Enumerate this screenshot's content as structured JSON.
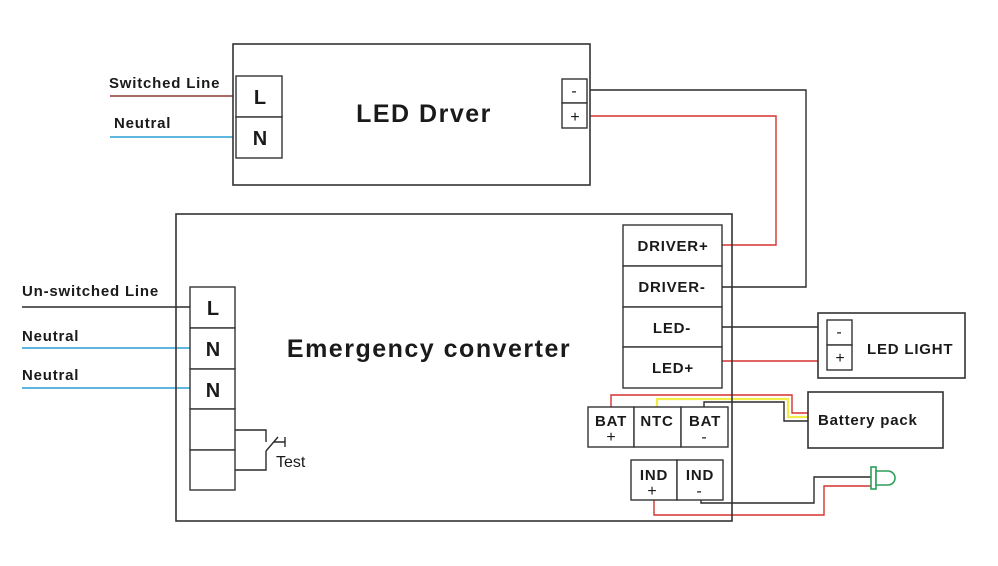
{
  "diagram": {
    "type": "wiring-diagram",
    "led_driver": {
      "title": "LED Drver",
      "input_terminals": [
        "L",
        "N"
      ],
      "output_terminals": [
        "-",
        "+"
      ]
    },
    "supply_inputs_driver": {
      "line_label": "Switched Line",
      "neutral_label": "Neutral"
    },
    "emergency_converter": {
      "title": "Emergency converter",
      "input_terminals": [
        "L",
        "N",
        "N",
        "",
        ""
      ],
      "test_label": "Test",
      "output_terminals": [
        "DRIVER+",
        "DRIVER-",
        "LED-",
        "LED+"
      ],
      "battery_terminals": [
        {
          "line1": "BAT",
          "line2": "+"
        },
        {
          "line1": "NTC",
          "line2": ""
        },
        {
          "line1": "BAT",
          "line2": "-"
        }
      ],
      "indicator_terminals": [
        {
          "line1": "IND",
          "line2": "+"
        },
        {
          "line1": "IND",
          "line2": "-"
        }
      ]
    },
    "supply_inputs_converter": {
      "line_label": "Un-switched Line",
      "neutral_label_1": "Neutral",
      "neutral_label_2": "Neutral"
    },
    "led_light": {
      "title": "LED LIGHT",
      "terminals": [
        "-",
        "+"
      ]
    },
    "battery_pack": {
      "title": "Battery pack"
    },
    "indicator_led": {
      "icon": "led-diode-icon"
    },
    "wire_colors": {
      "line_switched": "#8a3a30",
      "neutral": "#2a9fd6",
      "positive": "#d6322f",
      "negative": "#2a2a2a",
      "ntc": "#f2ec4a",
      "indicator_led": "#2e9e5a"
    },
    "connections": [
      {
        "from": "Switched Line",
        "to": "LED Drver L"
      },
      {
        "from": "Neutral",
        "to": "LED Drver N"
      },
      {
        "from": "LED Drver -",
        "to": "DRIVER-"
      },
      {
        "from": "LED Drver +",
        "to": "DRIVER+"
      },
      {
        "from": "Un-switched Line",
        "to": "Emergency converter L"
      },
      {
        "from": "Neutral",
        "to": "Emergency converter N"
      },
      {
        "from": "Neutral",
        "to": "Emergency converter N"
      },
      {
        "from": "LED-",
        "to": "LED LIGHT -"
      },
      {
        "from": "LED+",
        "to": "LED LIGHT +"
      },
      {
        "from": "BAT +",
        "to": "Battery pack"
      },
      {
        "from": "NTC",
        "to": "Battery pack"
      },
      {
        "from": "BAT -",
        "to": "Battery pack"
      },
      {
        "from": "IND +",
        "to": "Indicator LED"
      },
      {
        "from": "IND -",
        "to": "Indicator LED"
      },
      {
        "from": "Test switch",
        "to": "Emergency converter test terminals"
      }
    ]
  }
}
